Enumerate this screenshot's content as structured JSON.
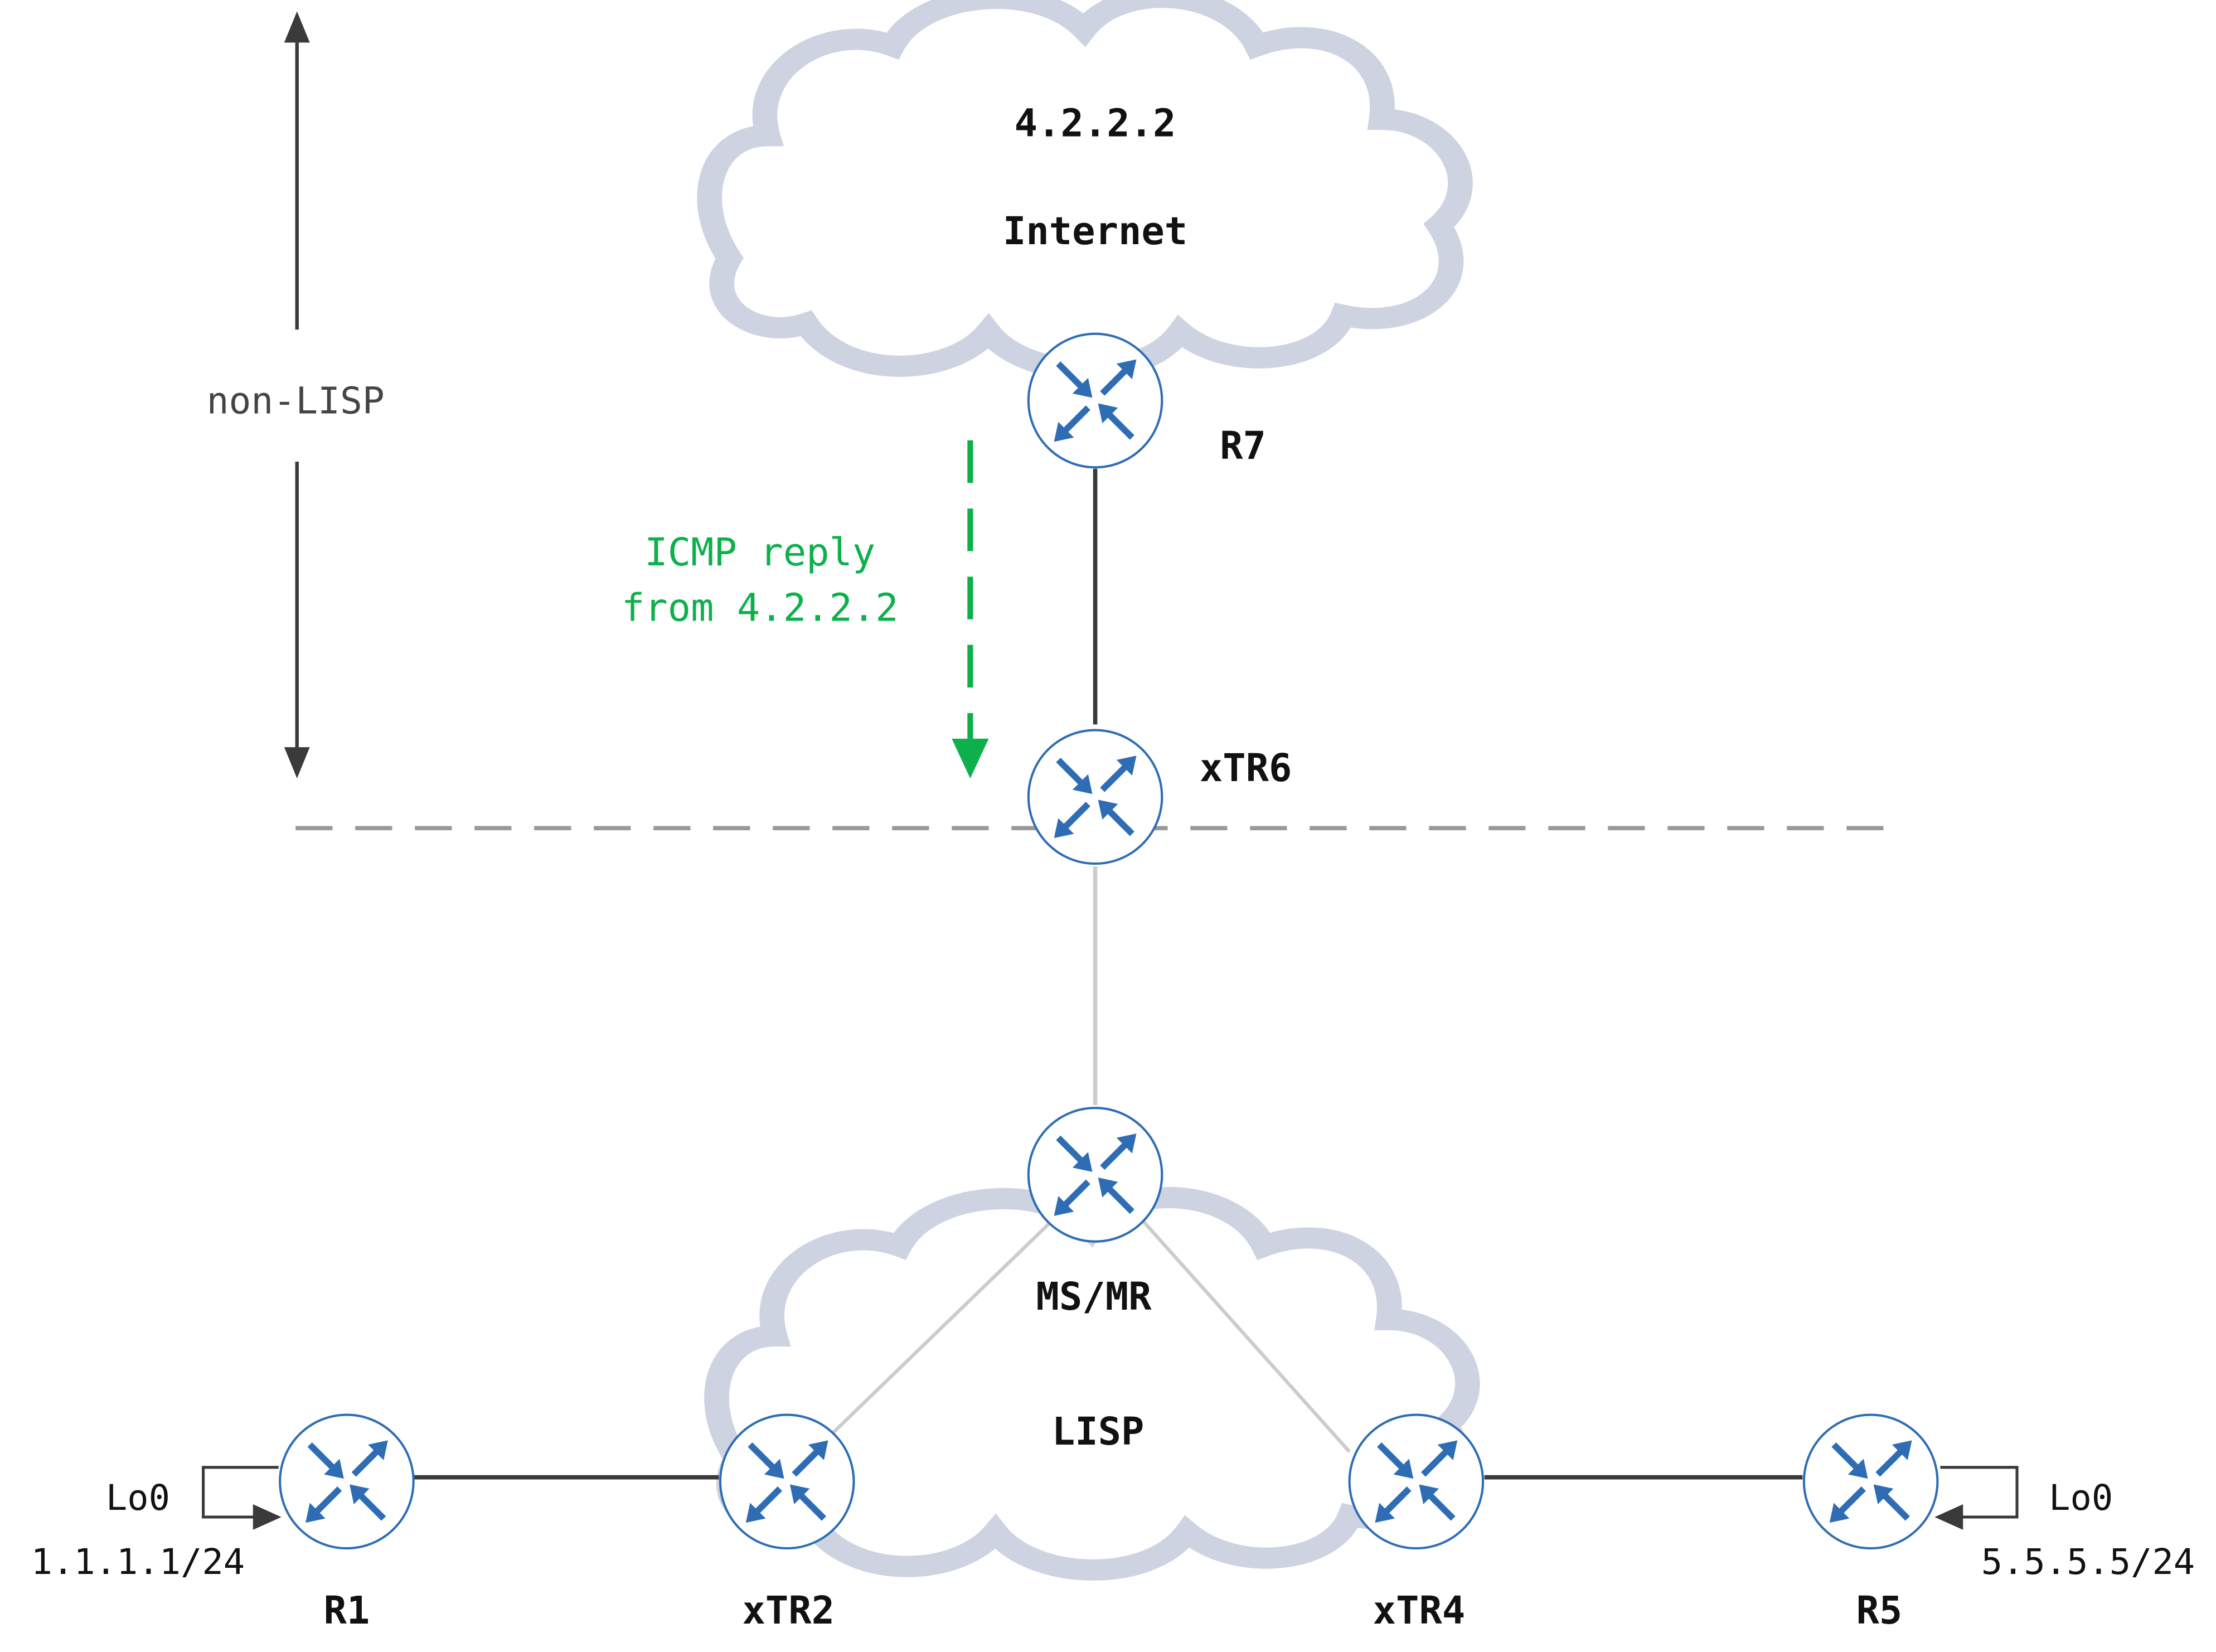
{
  "colors": {
    "cloud": "#cdd3e0",
    "router_fill": "#ffffff",
    "router_stroke": "#2e6db4",
    "router_arrow": "#2e6db4",
    "link_dark": "#3a3a3a",
    "link_light": "#cccccc",
    "boundary": "#999999",
    "reply": "#0db04b",
    "text": "#111111",
    "axis_text": "#444444"
  },
  "icons": {
    "router": "router-icon",
    "cloud": "cloud-icon",
    "loopback": "loopback-arrow-icon"
  },
  "clouds": {
    "internet": {
      "ip": "4.2.2.2",
      "label": "Internet"
    },
    "lisp": {
      "label": "LISP"
    }
  },
  "routers": {
    "r7": "R7",
    "xtr6": "xTR6",
    "msmr": "MS/MR",
    "r1": "R1",
    "xtr2": "xTR2",
    "xtr4": "xTR4",
    "r5": "R5"
  },
  "loopbacks": {
    "r1": {
      "name": "Lo0",
      "address": "1.1.1.1/24"
    },
    "r5": {
      "name": "Lo0",
      "address": "5.5.5.5/24"
    }
  },
  "annotations": {
    "non_lisp": "non-LISP",
    "icmp_line1": "ICMP reply",
    "icmp_line2": "from 4.2.2.2"
  }
}
